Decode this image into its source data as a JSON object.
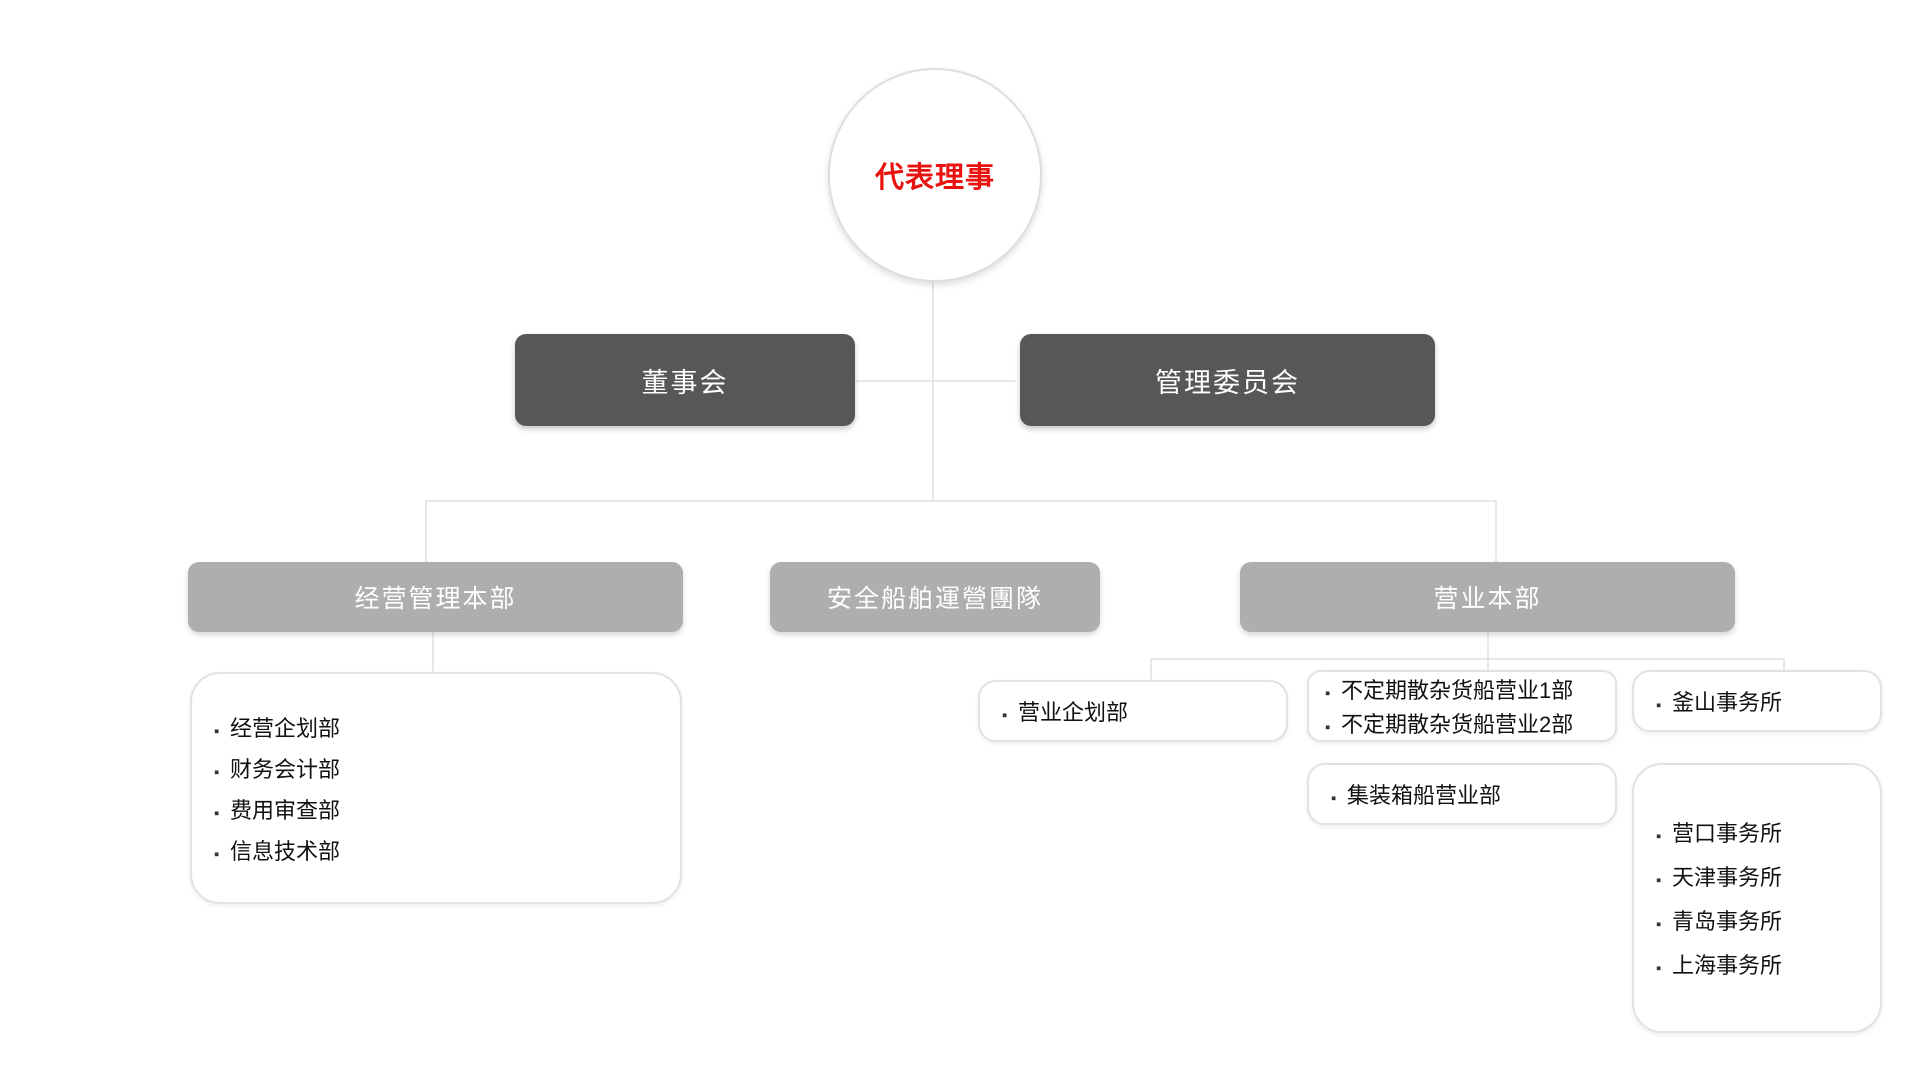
{
  "org": {
    "root": {
      "label": "代表理事",
      "color": "#e8130f",
      "shape": "circle"
    },
    "committees": [
      {
        "label": "董事会"
      },
      {
        "label": "管理委员会"
      }
    ],
    "divisions": [
      {
        "label": "经营管理本部"
      },
      {
        "label": "安全船舶運營團隊"
      },
      {
        "label": "营业本部"
      }
    ],
    "management_departments": {
      "items": [
        "经营企划部",
        "财务会计部",
        "费用审查部",
        "信息技术部"
      ]
    },
    "sales_planning": {
      "items": [
        "营业企划部"
      ]
    },
    "bulk_departments": {
      "items": [
        "不定期散杂货船营业1部",
        "不定期散杂货船营业2部"
      ]
    },
    "container_department": {
      "items": [
        "集装箱船营业部"
      ]
    },
    "busan_office": {
      "items": [
        "釜山事务所"
      ]
    },
    "china_offices": {
      "items": [
        "营口事务所",
        "天津事务所",
        "青岛事务所",
        "上海事务所"
      ]
    }
  },
  "style": {
    "dark_box_color": "#575757",
    "gray_box_color": "#b0adad",
    "connector_color": "#e8e8e8",
    "bullet_glyph": "▪"
  }
}
